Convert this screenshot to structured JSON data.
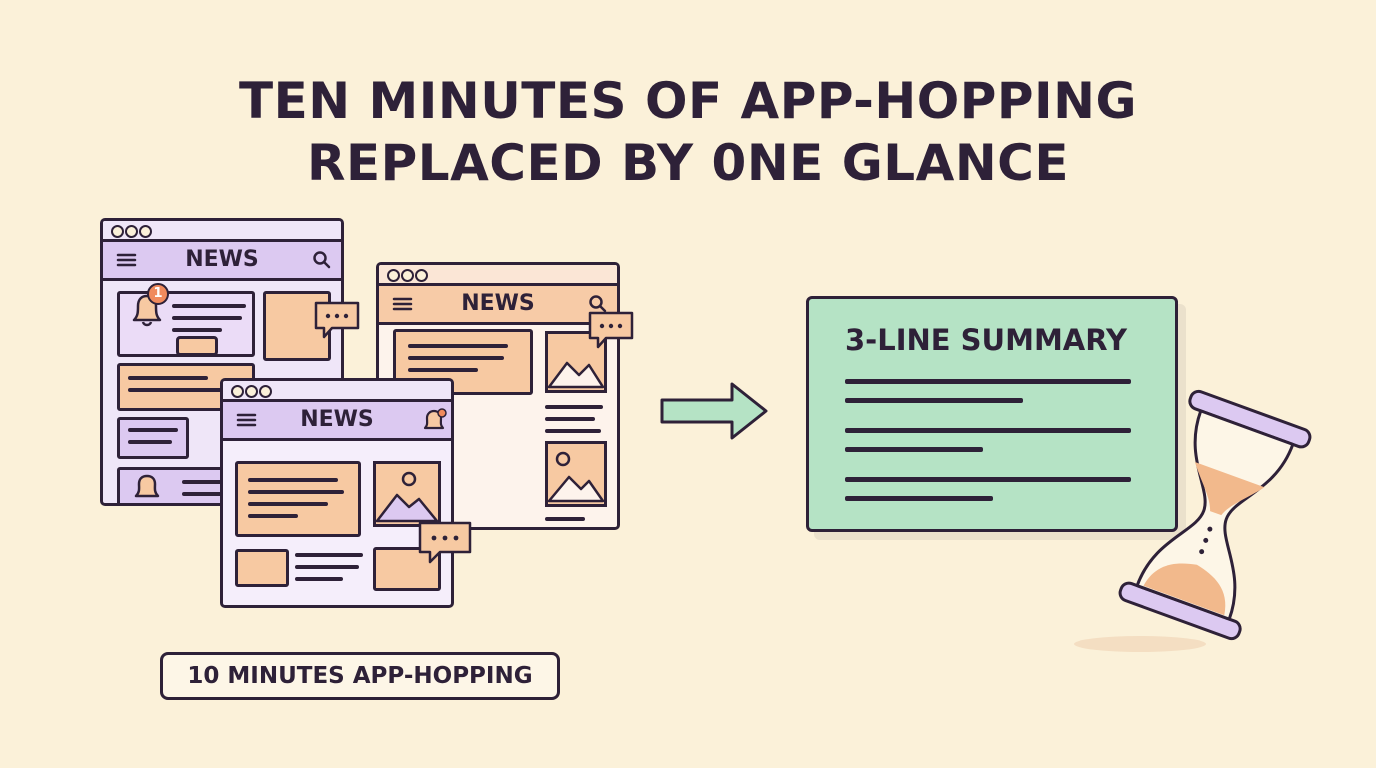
{
  "title": {
    "line1": "TEN MINUTES OF APP-HOPPING",
    "line2": "REPLACED BY 0NE GLANCE"
  },
  "news_windows": [
    {
      "label": "NEWS"
    },
    {
      "label": "NEWS"
    },
    {
      "label": "NEWS"
    }
  ],
  "badge": "1",
  "caption": "10 MINUTES APP-HOPPING",
  "summary": {
    "title": "3-LINE SUMMARY"
  },
  "colors": {
    "background": "#fbf1d9",
    "ink": "#2e2138",
    "purple": "#dcc9f1",
    "peach": "#f7c9a2",
    "green": "#b5e3c5",
    "badge": "#f08a5d"
  },
  "icons": [
    "menu-icon",
    "search-icon",
    "bell-icon",
    "chat-bubble-icon",
    "mountain-image-icon",
    "arrow-right-icon",
    "hourglass-icon"
  ]
}
